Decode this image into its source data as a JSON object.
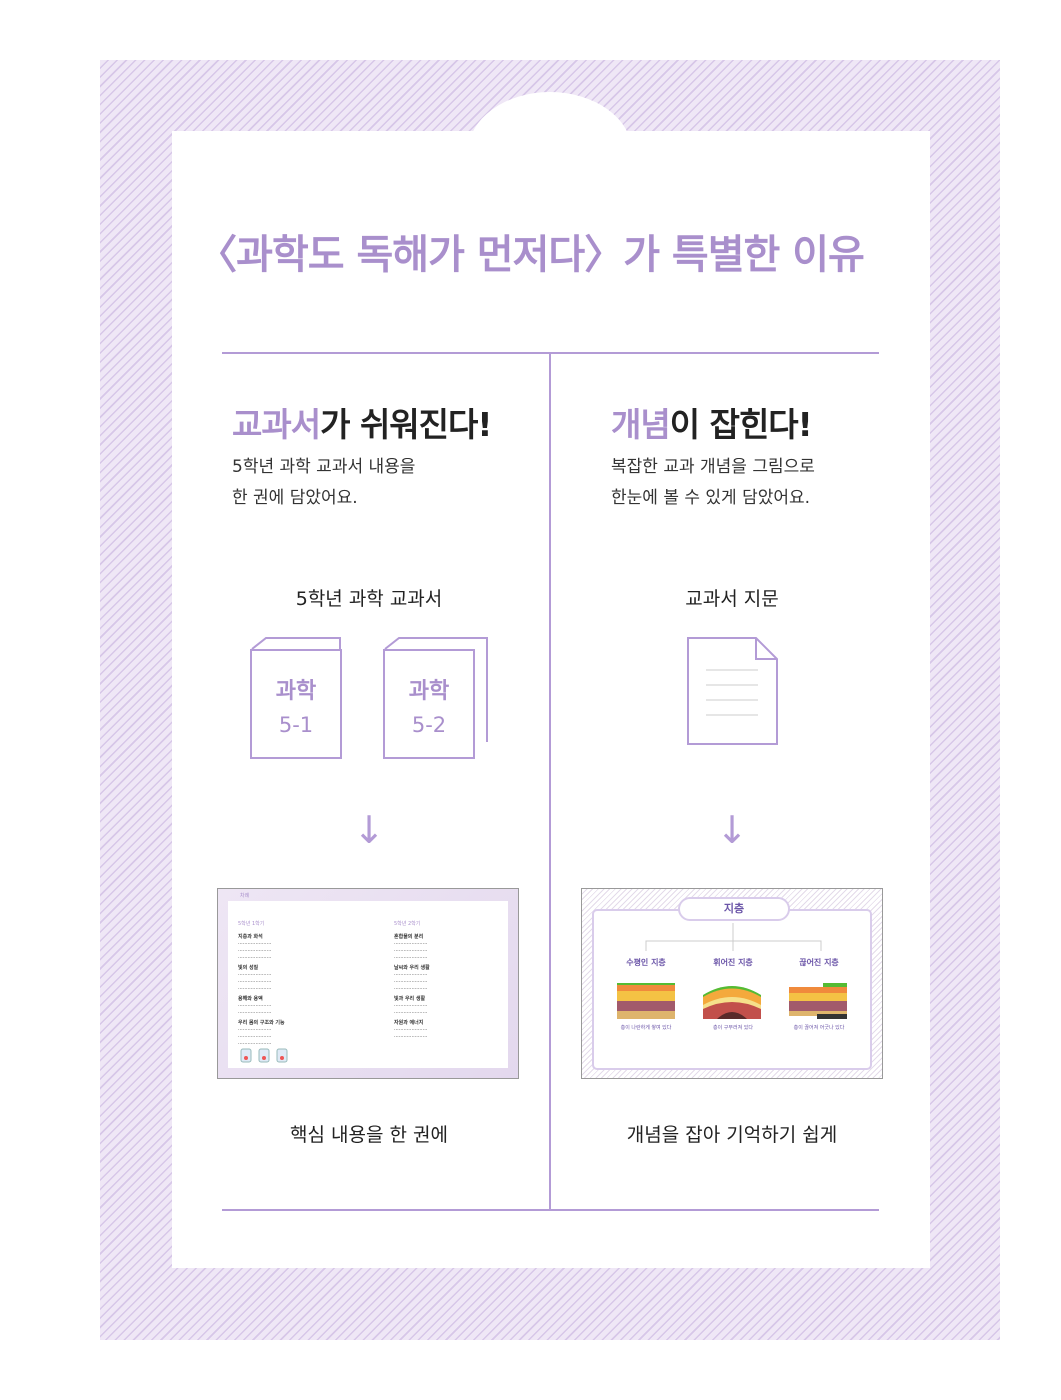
{
  "title": "〈과학도 독해가 먼저다〉가 특별한 이유",
  "left": {
    "heading_accent": "교과서",
    "heading_rest": "가 쉬워진다!",
    "desc_line1": "5학년 과학 교과서 내용을",
    "desc_line2": "한 권에 담았어요.",
    "label": "5학년 과학 교과서",
    "books": [
      {
        "subject": "과학",
        "grade": "5-1"
      },
      {
        "subject": "과학",
        "grade": "5-2"
      }
    ],
    "caption": "핵심 내용을 한 권에",
    "thumb": {
      "corner": "차례",
      "col1_header": "5학년 1학기",
      "col2_header": "5학년 2학기",
      "col1_units": [
        "지층과 화석",
        "빛의 성질",
        "용해와 용액",
        "우리 몸의 구조와 기능"
      ],
      "col2_units": [
        "혼합물의 분리",
        "날씨와 우리 생활",
        "빛과 우리 생활",
        "자원과 에너지"
      ]
    }
  },
  "right": {
    "heading_accent": "개념",
    "heading_rest": "이 잡힌다!",
    "desc_line1": "복잡한 교과 개념을 그림으로",
    "desc_line2": "한눈에 볼 수 있게 담았어요.",
    "label": "교과서 지문",
    "caption": "개념을 잡아 기억하기 쉽게",
    "diagram": {
      "root": "지층",
      "branches": [
        {
          "name": "수평인 지층",
          "caption": "층이 나란하게 쌓여 있다"
        },
        {
          "name": "휘어진 지층",
          "caption": "층이 구부러져 있다"
        },
        {
          "name": "끊어진 지층",
          "caption": "층이 끊어져 어긋나 있다"
        }
      ]
    }
  },
  "colors": {
    "accent": "#a98fcc",
    "line": "#b39bd6"
  }
}
